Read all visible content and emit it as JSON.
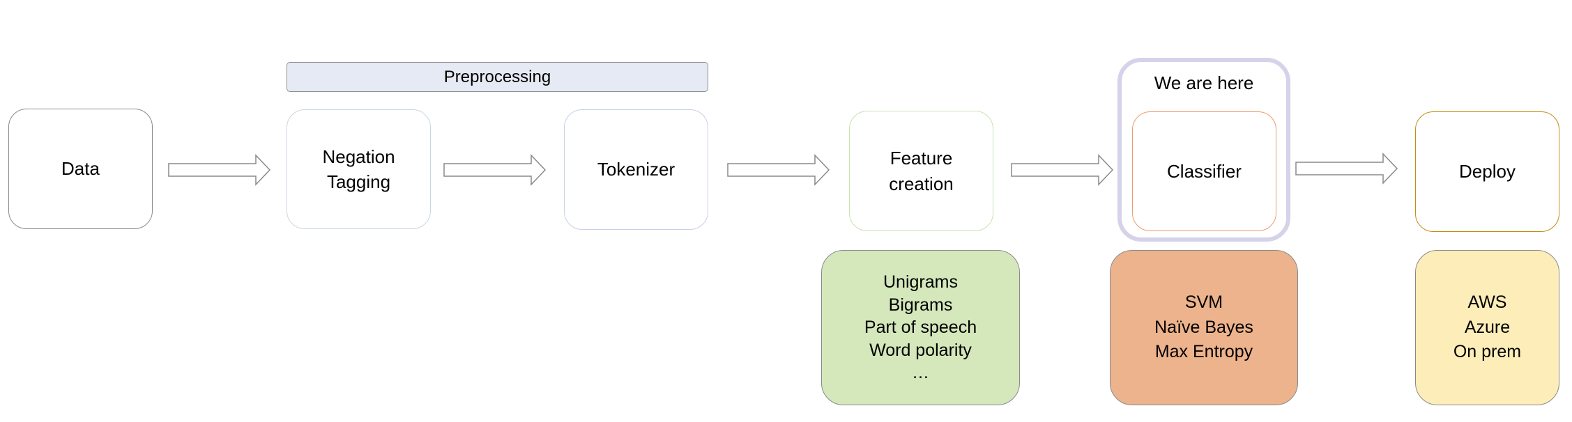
{
  "preprocessing": {
    "label": "Preprocessing"
  },
  "highlight": {
    "label": "We are here",
    "color": "#d5d2ea"
  },
  "stages": [
    {
      "id": "data",
      "label": "Data",
      "border_color": "#8a8a8a"
    },
    {
      "id": "negation-tagging",
      "label": "Negation\nTagging",
      "border_color": "#c9d6e2"
    },
    {
      "id": "tokenizer",
      "label": "Tokenizer",
      "border_color": "#c6d0e6"
    },
    {
      "id": "feature-creation",
      "label": "Feature\ncreation",
      "border_color": "#c6e3ad"
    },
    {
      "id": "classifier",
      "label": "Classifier",
      "border_color": "#ed9a6e"
    },
    {
      "id": "deploy",
      "label": "Deploy",
      "border_color": "#c58c14"
    }
  ],
  "details": [
    {
      "id": "features",
      "items": [
        "Unigrams",
        "Bigrams",
        "Part of speech",
        "Word polarity",
        "…"
      ],
      "fill": "#d4e8bb"
    },
    {
      "id": "classifiers",
      "items": [
        "SVM",
        "Naïve Bayes",
        "Max Entropy"
      ],
      "fill": "#edb38c"
    },
    {
      "id": "deployment",
      "items": [
        "AWS",
        "Azure",
        "On prem"
      ],
      "fill": "#fcedb9"
    }
  ],
  "arrow_color": "#8a8a8a"
}
